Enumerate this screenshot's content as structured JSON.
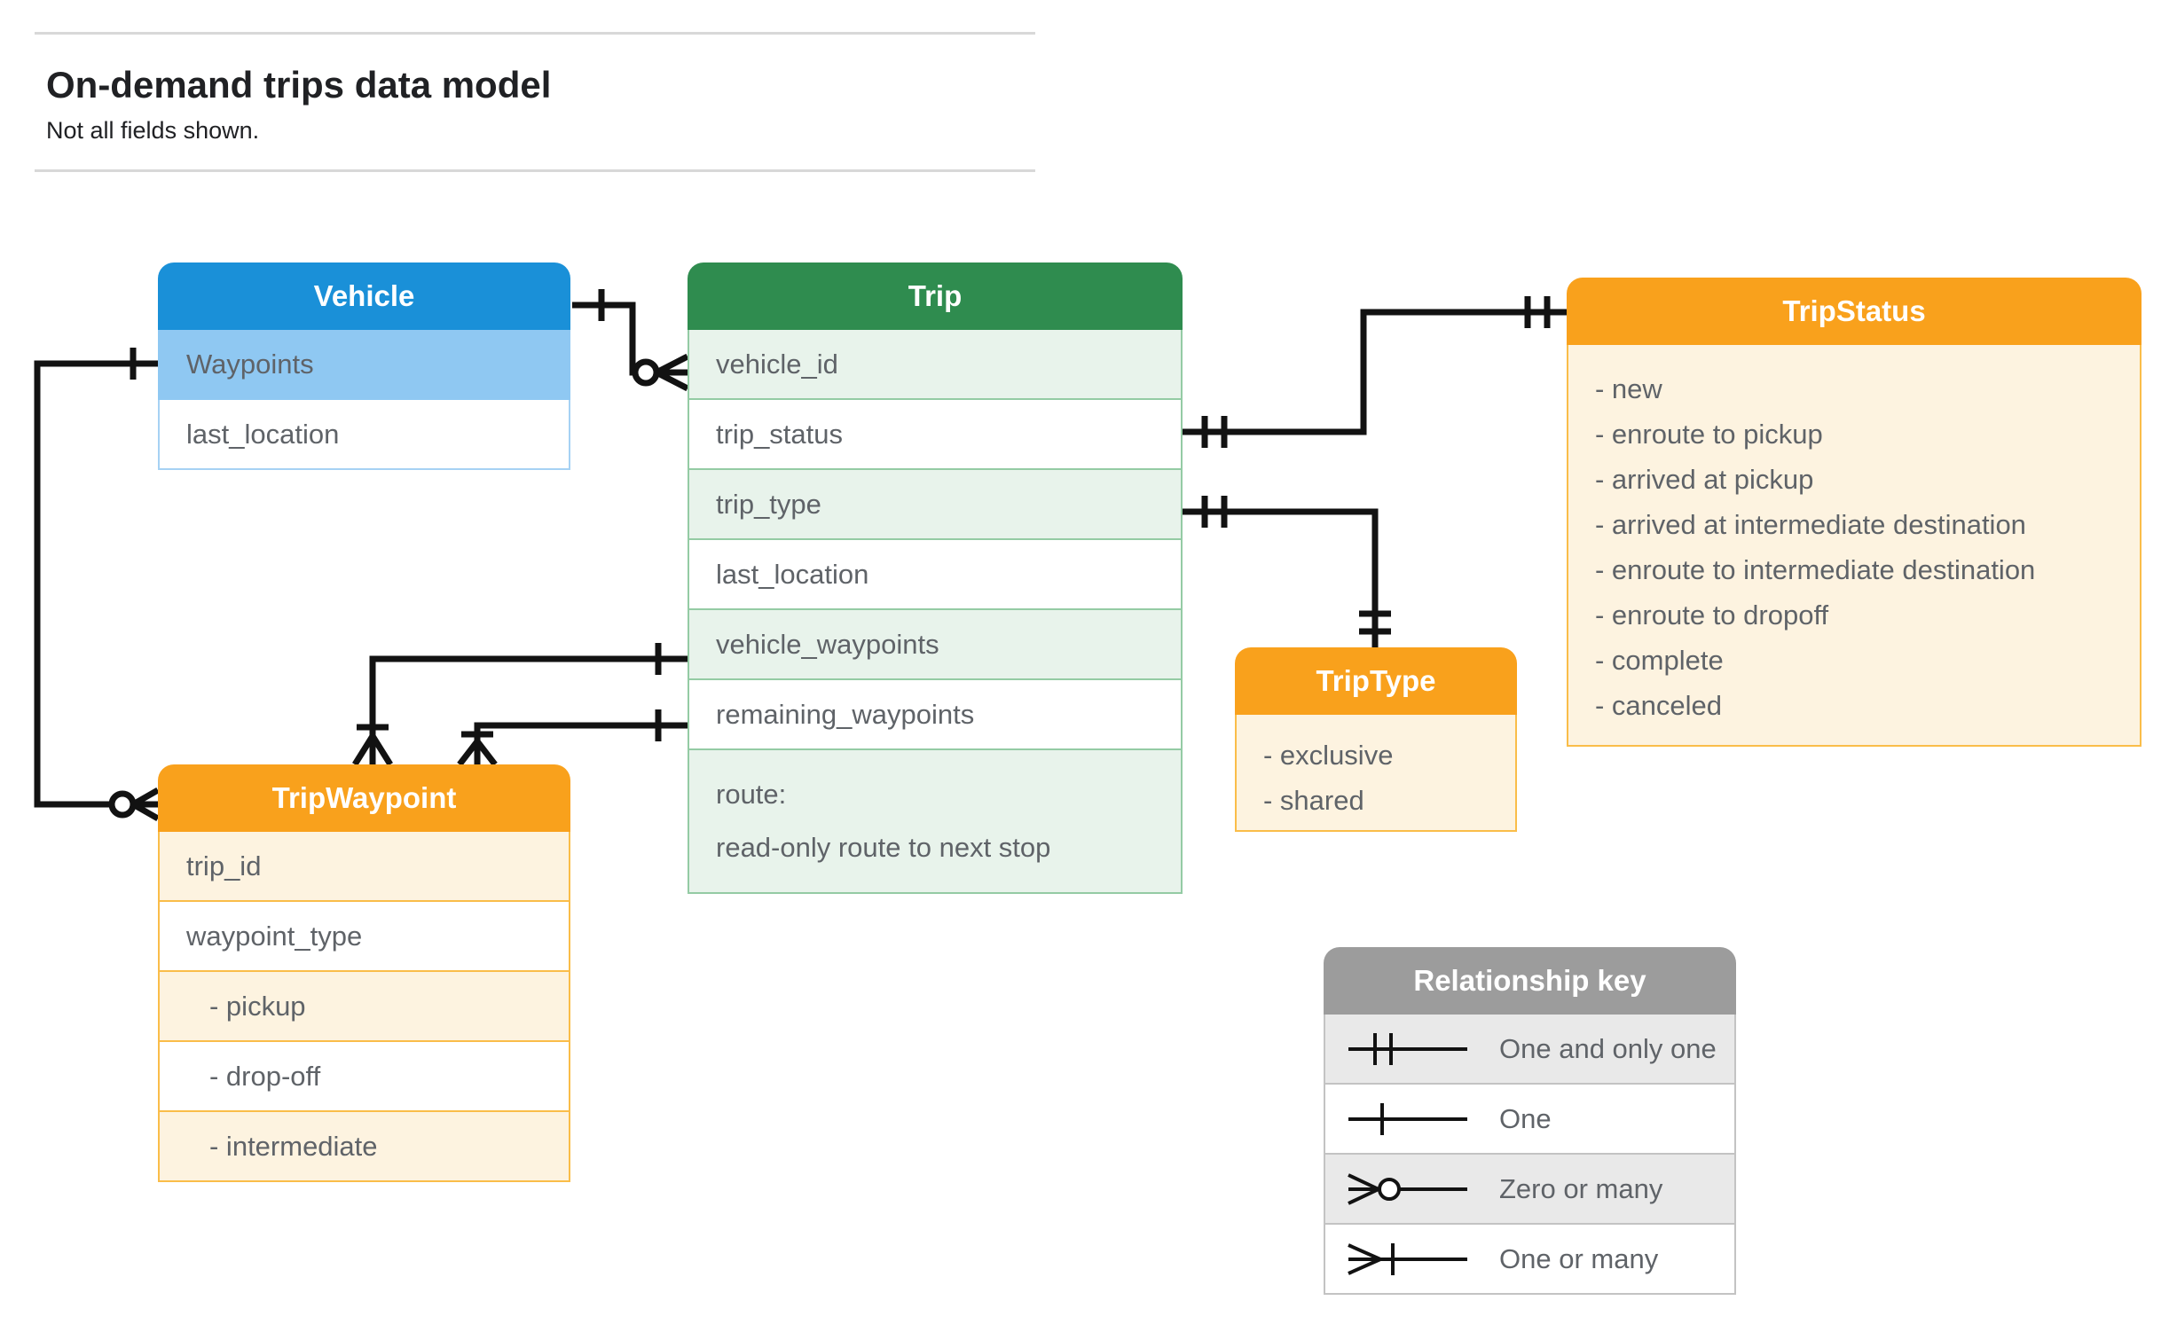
{
  "page": {
    "title": "On-demand trips data model",
    "subtitle": "Not all fields shown."
  },
  "colors": {
    "blue_header": "#1a90d8",
    "blue_highlight_row": "#8fc8f2",
    "green_header": "#2f8c4f",
    "green_row": "#e8f3eb",
    "orange_header": "#f9a11c",
    "cream_row": "#fdf3e0",
    "gray_header": "#9c9c9c",
    "gray_row": "#e9e9e9",
    "row_text": "#5f6368",
    "connector": "#121212"
  },
  "entities": {
    "vehicle": {
      "title": "Vehicle",
      "fields": [
        "Waypoints",
        "last_location"
      ]
    },
    "trip": {
      "title": "Trip",
      "fields": [
        "vehicle_id",
        "trip_status",
        "trip_type",
        "last_location",
        "vehicle_waypoints",
        "remaining_waypoints"
      ],
      "route_lines": [
        "route:",
        "read-only route to next stop"
      ]
    },
    "trip_status": {
      "title": "TripStatus",
      "values": [
        "- new",
        "- enroute to pickup",
        "- arrived at pickup",
        "- arrived at intermediate destination",
        "- enroute to intermediate destination",
        "- enroute to dropoff",
        "- complete",
        "- canceled"
      ]
    },
    "trip_type": {
      "title": "TripType",
      "values": [
        "- exclusive",
        "- shared"
      ]
    },
    "trip_waypoint": {
      "title": "TripWaypoint",
      "fields": [
        "trip_id",
        "waypoint_type"
      ],
      "enum_fields": [
        "- pickup",
        "- drop-off",
        "- intermediate"
      ]
    }
  },
  "relationships": [
    {
      "from": "Vehicle",
      "to": "Trip.vehicle_id",
      "from_cardinality": "one",
      "to_cardinality": "zero-or-many"
    },
    {
      "from": "Vehicle.Waypoints",
      "to": "TripWaypoint",
      "from_cardinality": "one",
      "to_cardinality": "zero-or-many"
    },
    {
      "from": "Trip.trip_status",
      "to": "TripStatus",
      "from_cardinality": "one-and-only-one",
      "to_cardinality": "one-and-only-one"
    },
    {
      "from": "Trip.trip_type",
      "to": "TripType",
      "from_cardinality": "one-and-only-one",
      "to_cardinality": "one-and-only-one"
    },
    {
      "from": "Trip.vehicle_waypoints",
      "to": "TripWaypoint",
      "from_cardinality": "one",
      "to_cardinality": "one-or-many"
    },
    {
      "from": "Trip.remaining_waypoints",
      "to": "TripWaypoint",
      "from_cardinality": "one",
      "to_cardinality": "one-or-many"
    }
  ],
  "legend": {
    "title": "Relationship key",
    "items": [
      {
        "symbol": "one-and-only-one",
        "label": "One and only one"
      },
      {
        "symbol": "one",
        "label": "One"
      },
      {
        "symbol": "zero-or-many",
        "label": "Zero or many"
      },
      {
        "symbol": "one-or-many",
        "label": "One or many"
      }
    ]
  }
}
